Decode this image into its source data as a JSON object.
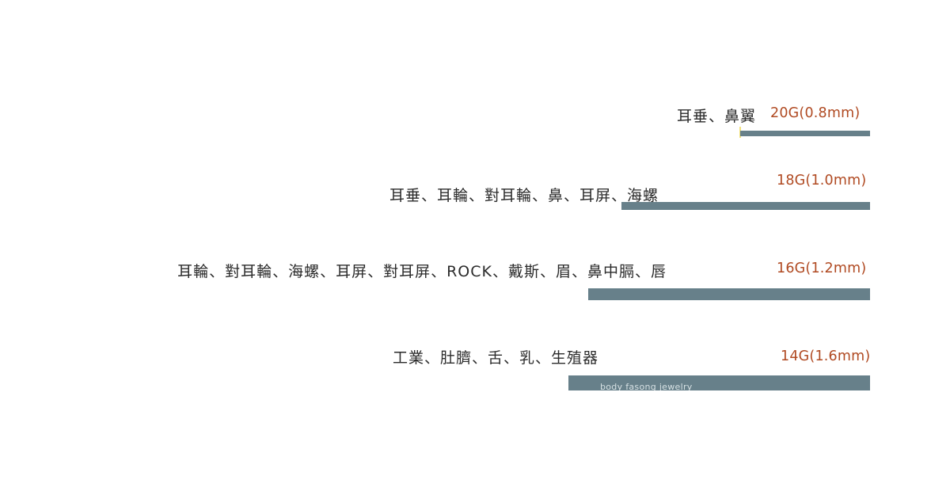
{
  "chart_data": {
    "type": "bar",
    "orientation": "horizontal",
    "title": "",
    "xlabel": "",
    "ylabel": "",
    "grid": false,
    "legend": "none",
    "categories": [
      "20G(0.8mm)",
      "18G(1.0mm)",
      "16G(1.2mm)",
      "14G(1.6mm)"
    ],
    "series": [
      {
        "name": "bar_length_px",
        "values": [
          164,
          314,
          356,
          381
        ]
      },
      {
        "name": "bar_thickness_px",
        "values": [
          7,
          10,
          15,
          19
        ]
      }
    ],
    "annotations": [
      "耳垂、鼻翼",
      "耳垂、耳輪、對耳輪、鼻、耳屏、海螺",
      "耳輪、對耳輪、海螺、耳屏、對耳屏、ROCK、戴斯、眉、鼻中膈、唇",
      "工業、肚臍、舌、乳、生殖器"
    ]
  },
  "rows": [
    {
      "gauge": "20G(0.8mm)",
      "parts": "耳垂、鼻翼"
    },
    {
      "gauge": "18G(1.0mm)",
      "parts": "耳垂、耳輪、對耳輪、鼻、耳屏、海螺"
    },
    {
      "gauge": "16G(1.2mm)",
      "parts": "耳輪、對耳輪、海螺、耳屏、對耳屏、ROCK、戴斯、眉、鼻中膈、唇"
    },
    {
      "gauge": "14G(1.6mm)",
      "parts": "工業、肚臍、舌、乳、生殖器"
    }
  ],
  "watermark": "body fasong jewelry",
  "colors": {
    "bar": "#67808a",
    "gauge_text": "#b04a22",
    "parts_text": "#2b2b2b",
    "background": "#ffffff"
  }
}
